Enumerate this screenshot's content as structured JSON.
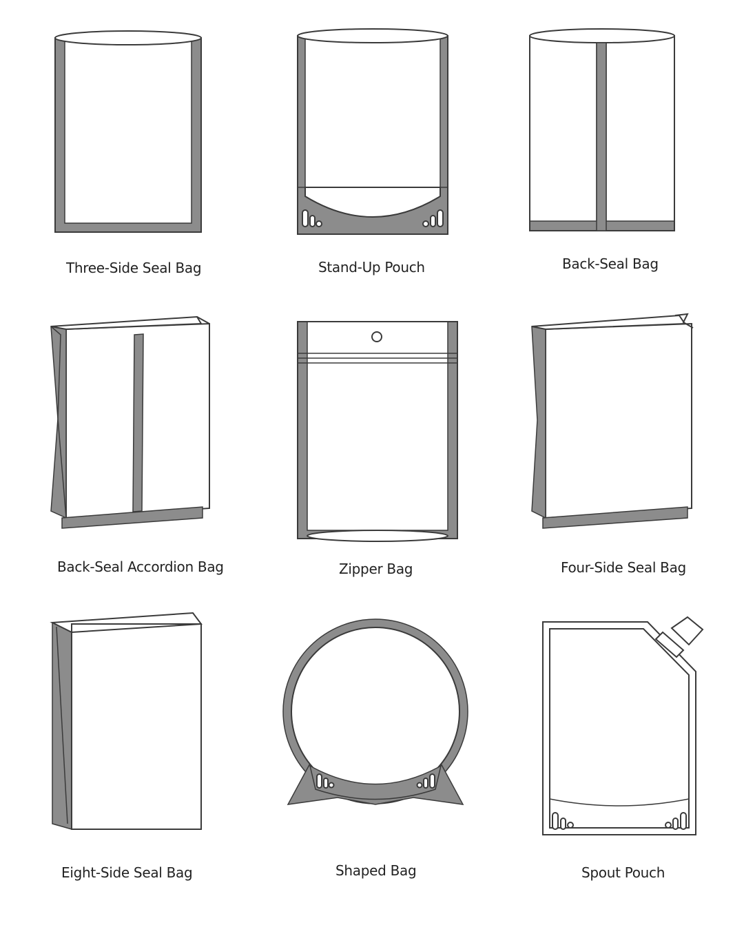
{
  "labels": {
    "three_side": "Three-Side Seal Bag",
    "stand_up": "Stand-Up Pouch",
    "back_seal": "Back-Seal Bag",
    "accordion": "Back-Seal Accordion Bag",
    "zipper": "Zipper Bag",
    "four_side": "Four-Side Seal Bag",
    "eight_side": "Eight-Side Seal Bag",
    "shaped": "Shaped Bag",
    "spout": "Spout Pouch"
  },
  "colors": {
    "seal": "#8c8c8c",
    "outline": "#3a3a3a",
    "background": "#ffffff"
  }
}
